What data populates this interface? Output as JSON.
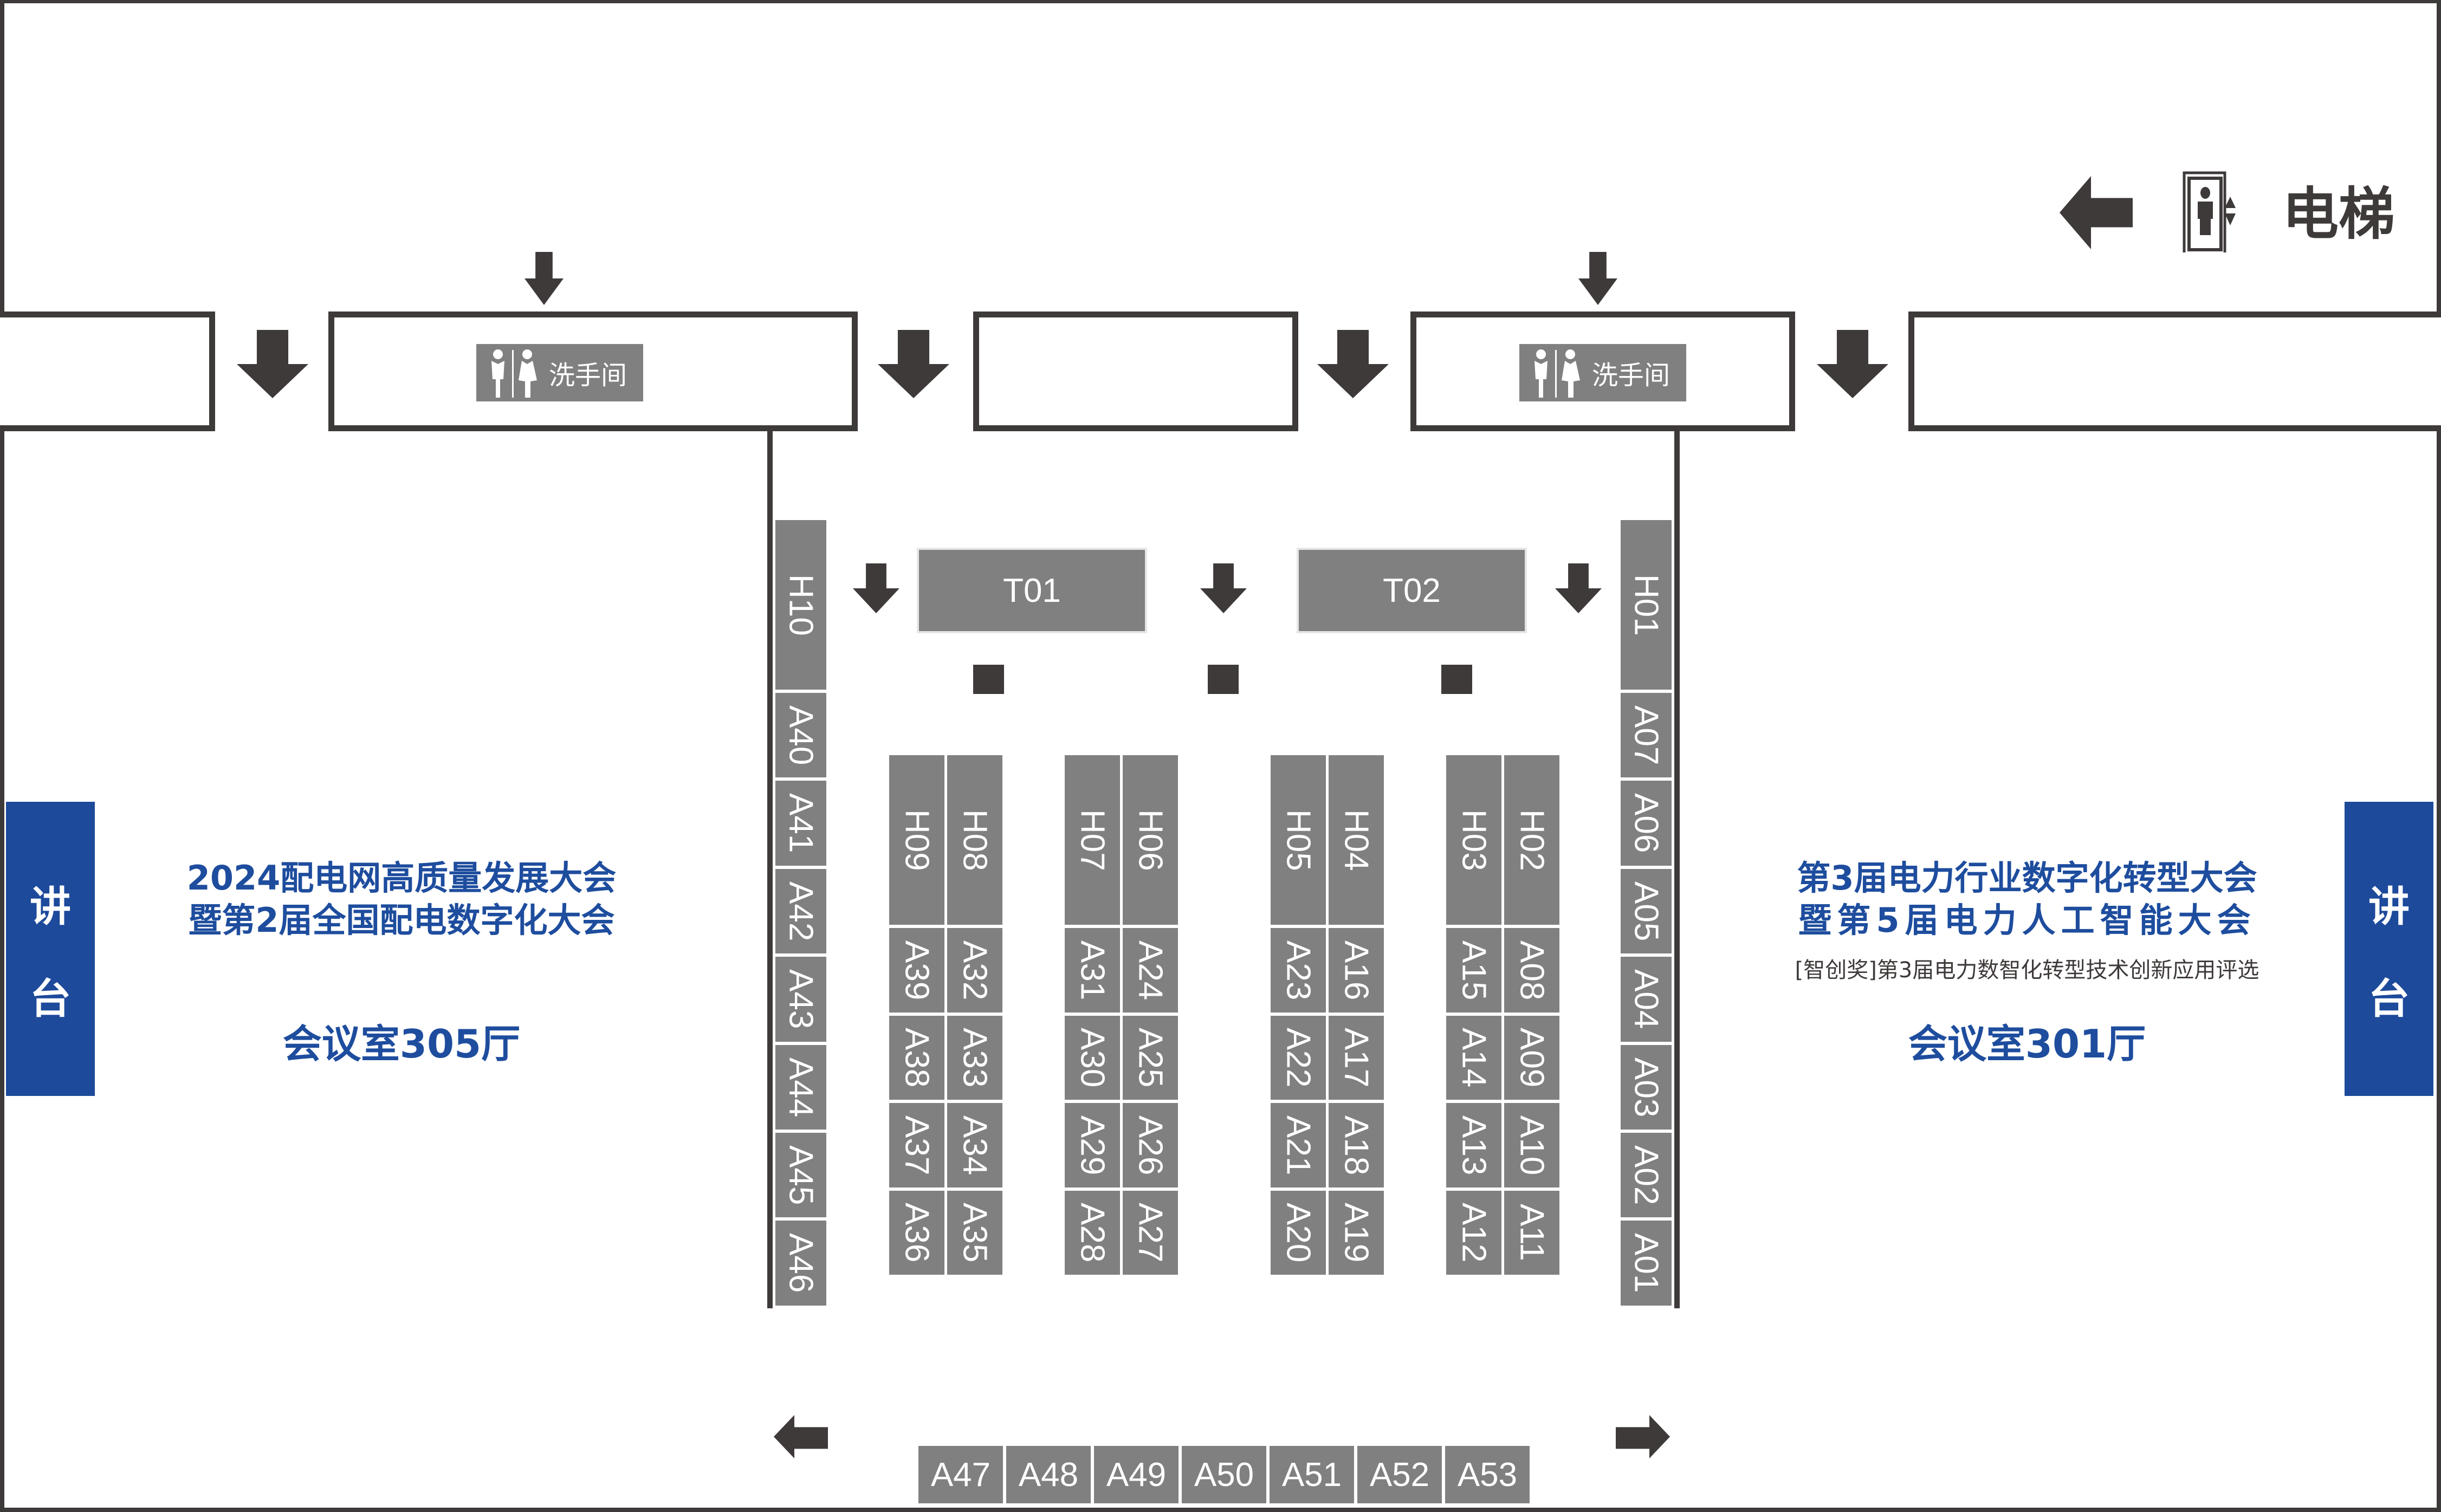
{
  "elevator": {
    "label": "电梯"
  },
  "restrooms": [
    "洗手间",
    "洗手间"
  ],
  "tables": [
    "T01",
    "T02"
  ],
  "left_column": [
    "H10",
    "A40",
    "A41",
    "A42",
    "A43",
    "A44",
    "A45",
    "A46"
  ],
  "right_column": [
    "H01",
    "A07",
    "A06",
    "A05",
    "A04",
    "A03",
    "A02",
    "A01"
  ],
  "blocks": [
    [
      [
        "H09",
        "A39",
        "A38",
        "A37",
        "A36"
      ],
      [
        "H08",
        "A32",
        "A33",
        "A34",
        "A35"
      ]
    ],
    [
      [
        "H07",
        "A31",
        "A30",
        "A29",
        "A28"
      ],
      [
        "H06",
        "A24",
        "A25",
        "A26",
        "A27"
      ]
    ],
    [
      [
        "H05",
        "A23",
        "A22",
        "A21",
        "A20"
      ],
      [
        "H04",
        "A16",
        "A17",
        "A18",
        "A19"
      ]
    ],
    [
      [
        "H03",
        "A15",
        "A14",
        "A13",
        "A12"
      ],
      [
        "H02",
        "A08",
        "A09",
        "A10",
        "A11"
      ]
    ]
  ],
  "bottom_row": [
    "A47",
    "A48",
    "A49",
    "A50",
    "A51",
    "A52",
    "A53"
  ],
  "podium": {
    "left": [
      "讲",
      "台"
    ],
    "right": [
      "讲",
      "台"
    ]
  },
  "left_room": {
    "line1": "2024配电网高质量发展大会",
    "line2": "暨第2届全国配电数字化大会",
    "name": "会议室305厅"
  },
  "right_room": {
    "line1": "第3届电力行业数字化转型大会",
    "line2": "暨第5届电力人工智能大会",
    "line3": "[智创奖]第3届电力数智化转型技术创新应用评选",
    "name": "会议室301厅"
  },
  "colors": {
    "booth": "#808080",
    "arrow": "#3e3a39",
    "brand_blue": "#1e4d9e"
  }
}
